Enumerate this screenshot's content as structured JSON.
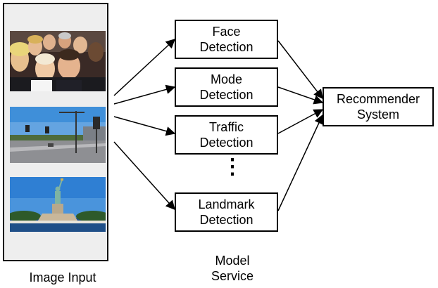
{
  "input": {
    "caption": "Image Input",
    "images": [
      "group-selfie",
      "street-traffic-lights",
      "statue-of-liberty"
    ]
  },
  "service": {
    "caption_line1": "Model",
    "caption_line2": "Service",
    "boxes": [
      {
        "line1": "Face",
        "line2": "Detection"
      },
      {
        "line1": "Mode",
        "line2": "Detection"
      },
      {
        "line1": "Traffic",
        "line2": "Detection"
      },
      {
        "line1": "Landmark",
        "line2": "Detection"
      }
    ],
    "ellipsis": "⋮"
  },
  "output": {
    "line1": "Recommender",
    "line2": "System"
  }
}
